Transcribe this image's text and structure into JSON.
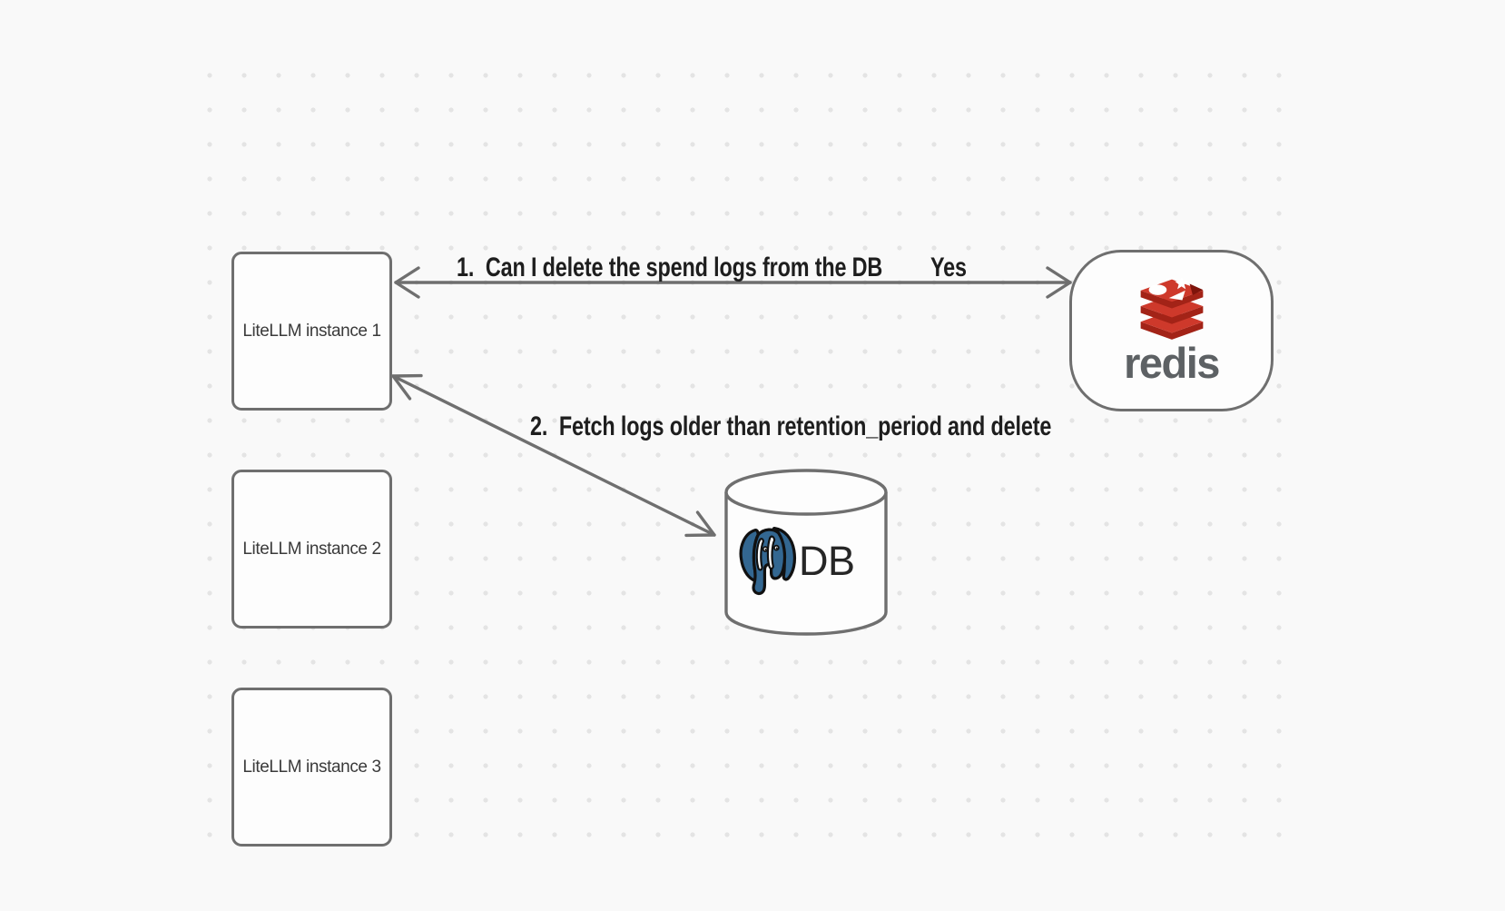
{
  "theme": {
    "canvas-bg": "#f9f9f9",
    "dot": "#e4e4e4",
    "stroke": "#6f6f6f",
    "shape-fill": "#fdfdfd",
    "box-label": "#3a3a3a",
    "arrow-label": "#1e1e1e",
    "redis-word": "#5d6164",
    "db-label": "#262626",
    "redis-red": "#CE392B",
    "redis-red-dark": "#A32317",
    "redis-red-notch": "#7E140B",
    "pg-blue": "#336791"
  },
  "nodes": {
    "litellm_instances": [
      {
        "label": "LiteLLM instance 1"
      },
      {
        "label": "LiteLLM instance 2"
      },
      {
        "label": "LiteLLM instance 3"
      }
    ],
    "redis": {
      "label": "redis"
    },
    "database": {
      "label": "DB"
    }
  },
  "arrows": {
    "arrow1": {
      "label": "1.  Can I delete the spend logs from the DB",
      "response": "Yes"
    },
    "arrow2": {
      "label": "2.  Fetch logs older than retention_period and delete"
    }
  },
  "icons": {
    "redis_logo": "redis-stacked-cubes",
    "postgresql": "postgres-elephant",
    "database": "cylinder"
  }
}
